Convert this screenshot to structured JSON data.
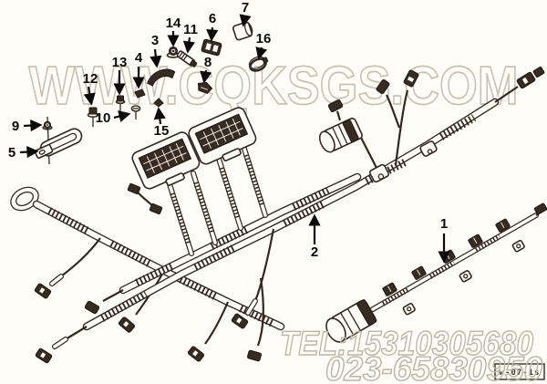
{
  "colors": {
    "background": "#fffdf7",
    "line": "#32281f",
    "watermark_site": "#c7c1b2",
    "watermark_phone": "#bdb7a8",
    "callout": "#0d0b09"
  },
  "watermarks": {
    "site": "WWW.CQKSGS.COM",
    "phone1": "TEL:15310305680",
    "phone2": "023-65830950"
  },
  "stamp": {
    "code": "w-07-1s"
  },
  "callouts": {
    "c1": "1",
    "c2": "2",
    "c3": "3",
    "c4": "4",
    "c5": "5",
    "c6": "6",
    "c7": "7",
    "c8": "8",
    "c9": "9",
    "c10": "10",
    "c11": "11",
    "c12": "12",
    "c13": "13",
    "c14": "14",
    "c15": "15",
    "c16": "16"
  }
}
